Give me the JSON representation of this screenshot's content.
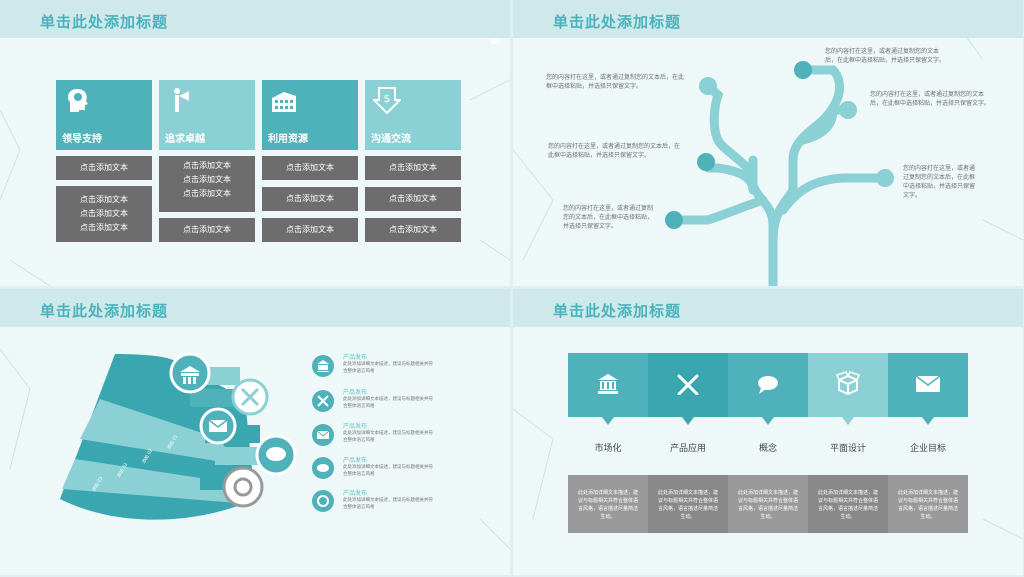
{
  "slide_title": "单击此处添加标题",
  "slide1": {
    "headers": [
      "领导支持",
      "追求卓越",
      "利用资源",
      "沟通交流"
    ],
    "header_colors": [
      "#4fb1ba",
      "#8ad0d4",
      "#4fb1ba",
      "#8ad0d4"
    ],
    "icons": [
      "brain-head-icon",
      "person-megaphone-icon",
      "building-icon",
      "dollar-arrow-icon"
    ],
    "col1": {
      "box1": [
        "点击添加文本"
      ],
      "box2": [
        "点击添加文本",
        "点击添加文本",
        "点击添加文本"
      ]
    },
    "col2": {
      "box1": [
        "点击添加文本",
        "点击添加文本",
        "点击添加文本"
      ],
      "box2": [
        "点击添加文本"
      ]
    },
    "col3": [
      "点击添加文本",
      "点击添加文本",
      "点击添加文本"
    ],
    "col4": [
      "点击添加文本",
      "点击添加文本",
      "点击添加文本"
    ]
  },
  "slide2": {
    "texts": [
      [
        "您的内容打在这里，或者通过复制您的文本",
        "后，在此框中选择粘贴，并选择只保留文字。"
      ],
      [
        "您的内容打在这里，或者通过复制您的文本后，在此",
        "框中选择粘贴，并选择只保留文字。"
      ],
      [
        "您的内容打在这里，或者通过复制您的文本",
        "后，在此框中选择粘贴，并选择只保留文字。"
      ],
      [
        "您的内容打在这里，或者通过复制您的文本后，在",
        "此框中选择粘贴，并选择只保留文字。"
      ],
      [
        "您的内容打在这里，或者通",
        "过复制您的文本后，在此框",
        "中选择粘贴，并选择只保留",
        "文字。"
      ],
      [
        "您的内容打在这里，或者通过复制",
        "您的文本后，在此框中选择粘贴，",
        "并选择只保留文字。"
      ]
    ]
  },
  "slide3": {
    "stair_labels": [
      "添加 01",
      "添加 02",
      "添加 03"
    ],
    "items": [
      {
        "title": "产品发布",
        "desc": [
          "此处添加详细文本描述，建议与标题相关并符",
          "合整体语言风格"
        ],
        "icon": "bank-icon"
      },
      {
        "title": "产品发布",
        "desc": [
          "此处添加详细文本描述，建议与标题相关并符",
          "合整体语言风格"
        ],
        "icon": "tools-icon"
      },
      {
        "title": "产品发布",
        "desc": [
          "此处添加详细文本描述，建议与标题相关并符",
          "合整体语言风格"
        ],
        "icon": "mail-icon"
      },
      {
        "title": "产品发布",
        "desc": [
          "此处添加详细文本描述，建议与标题相关并符",
          "合整体语言风格"
        ],
        "icon": "chat-icon"
      },
      {
        "title": "产品发布",
        "desc": [
          "此处添加详细文本描述，建议与标题相关并符",
          "合整体语言风格"
        ],
        "icon": "gear-icon"
      }
    ]
  },
  "slide4": {
    "columns": [
      {
        "label": "市场化",
        "icon": "bank-icon",
        "color": "#4fb1ba",
        "desc": [
          "此处添加详细文本描述，建",
          "议与标题相关并符合整体语",
          "言风格，语言描述尽量简洁",
          "生动。"
        ]
      },
      {
        "label": "产品应用",
        "icon": "tools-icon",
        "color": "#3aa6b0",
        "desc": [
          "此处添加详细文本描述，建",
          "议与标题相关并符合整体语",
          "言风格，语言描述尽量简洁",
          "生动。"
        ]
      },
      {
        "label": "概念",
        "icon": "chat-icon",
        "color": "#4fb1ba",
        "desc": [
          "此处添加详细文本描述，建",
          "议与标题相关并符合整体语",
          "言风格，语言描述尽量简洁",
          "生动。"
        ]
      },
      {
        "label": "平面设计",
        "icon": "box-icon",
        "color": "#8ad0d4",
        "desc": [
          "此处添加详细文本描述，建",
          "议与标题相关并符合整体语",
          "言风格，语言描述尽量简洁",
          "生动。"
        ]
      },
      {
        "label": "企业目标",
        "icon": "mail-icon",
        "color": "#4fb1ba",
        "desc": [
          "此处添加详细文本描述，建",
          "议与标题相关并符合整体语",
          "言风格，语言描述尽量简洁",
          "生动。"
        ]
      }
    ]
  }
}
